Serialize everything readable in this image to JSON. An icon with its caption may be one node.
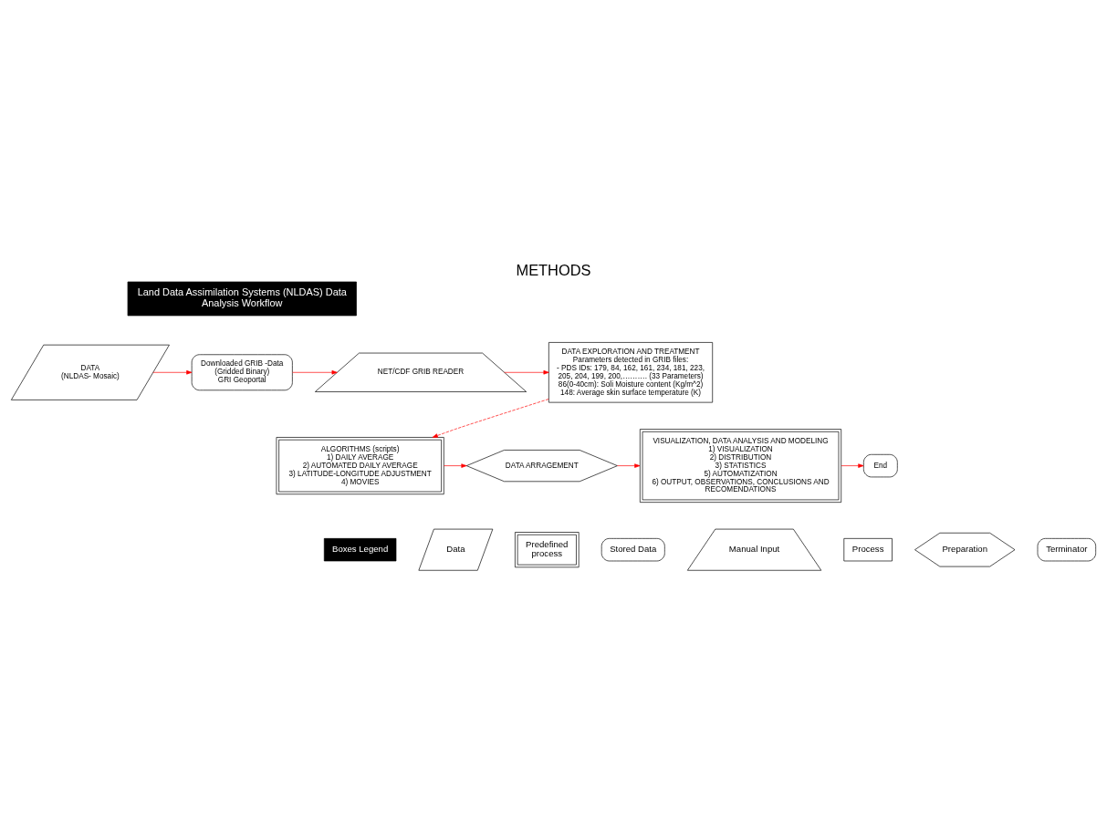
{
  "diagram": {
    "title": "METHODS",
    "nodes": [
      {
        "text": [
          "Land Data Assimilation Systems (NLDAS) Data Analysis Workflow"
        ]
      },
      {
        "text": [
          "DATA",
          "(NLDAS- Mosaic)"
        ]
      },
      {
        "text": [
          "Downloaded GRIB -Data",
          "(Gridded Binary)",
          "GRI Geoportal"
        ]
      },
      {
        "text": [
          "NET/CDF GRIB READER"
        ]
      },
      {
        "text": [
          "DATA EXPLORATION AND TREATMENT",
          "Parameters detected in GRIB files:",
          "- PDS IDs: 179, 84, 162, 161, 234, 181, 223, 205, 204, 199, 200,………. (33 Parameters)",
          "86(0-40cm): Soli Moisture content (Kg/m^2)",
          "148: Average skin surface temperature (K)"
        ]
      },
      {
        "text": [
          "ALGORITHMS (scripts)",
          "1) DAILY AVERAGE",
          "2) AUTOMATED DAILY AVERAGE",
          "3) LATITUDE-LONGITUDE ADJUSTMENT",
          "4) MOVIES"
        ]
      },
      {
        "text": [
          "DATA ARRAGEMENT"
        ]
      },
      {
        "text": [
          "VISUALIZATION, DATA ANALYSIS AND MODELING",
          "1) VISUALIZATION",
          "2) DISTRIBUTION",
          "3) STATISTICS",
          "5) AUTOMATIZATION",
          "6) OUTPUT, OBSERVATIONS, CONCLUSIONS AND RECOMENDATIONS"
        ]
      },
      {
        "text": [
          "End"
        ]
      }
    ],
    "edges": [
      {
        "from": 1,
        "to": 2,
        "arrow": "to"
      },
      {
        "from": 2,
        "to": 3,
        "arrow": "to"
      },
      {
        "from": 3,
        "to": 4,
        "arrow": "to"
      },
      {
        "from": 4,
        "to": 5,
        "arrow": "to",
        "style": "dashed"
      },
      {
        "from": 5,
        "to": 6,
        "arrow": "to"
      },
      {
        "from": 6,
        "to": 7,
        "arrow": "to"
      },
      {
        "from": 7,
        "to": 8,
        "arrow": "to"
      }
    ],
    "labels": [
      "Boxes Legend"
    ],
    "legend": [
      {
        "text": "Data"
      },
      {
        "text": "Predefined process"
      },
      {
        "text": "Stored Data"
      },
      {
        "text": "Manual Input"
      },
      {
        "text": "Process"
      },
      {
        "text": "Preparation"
      },
      {
        "text": "Terminator"
      }
    ]
  }
}
